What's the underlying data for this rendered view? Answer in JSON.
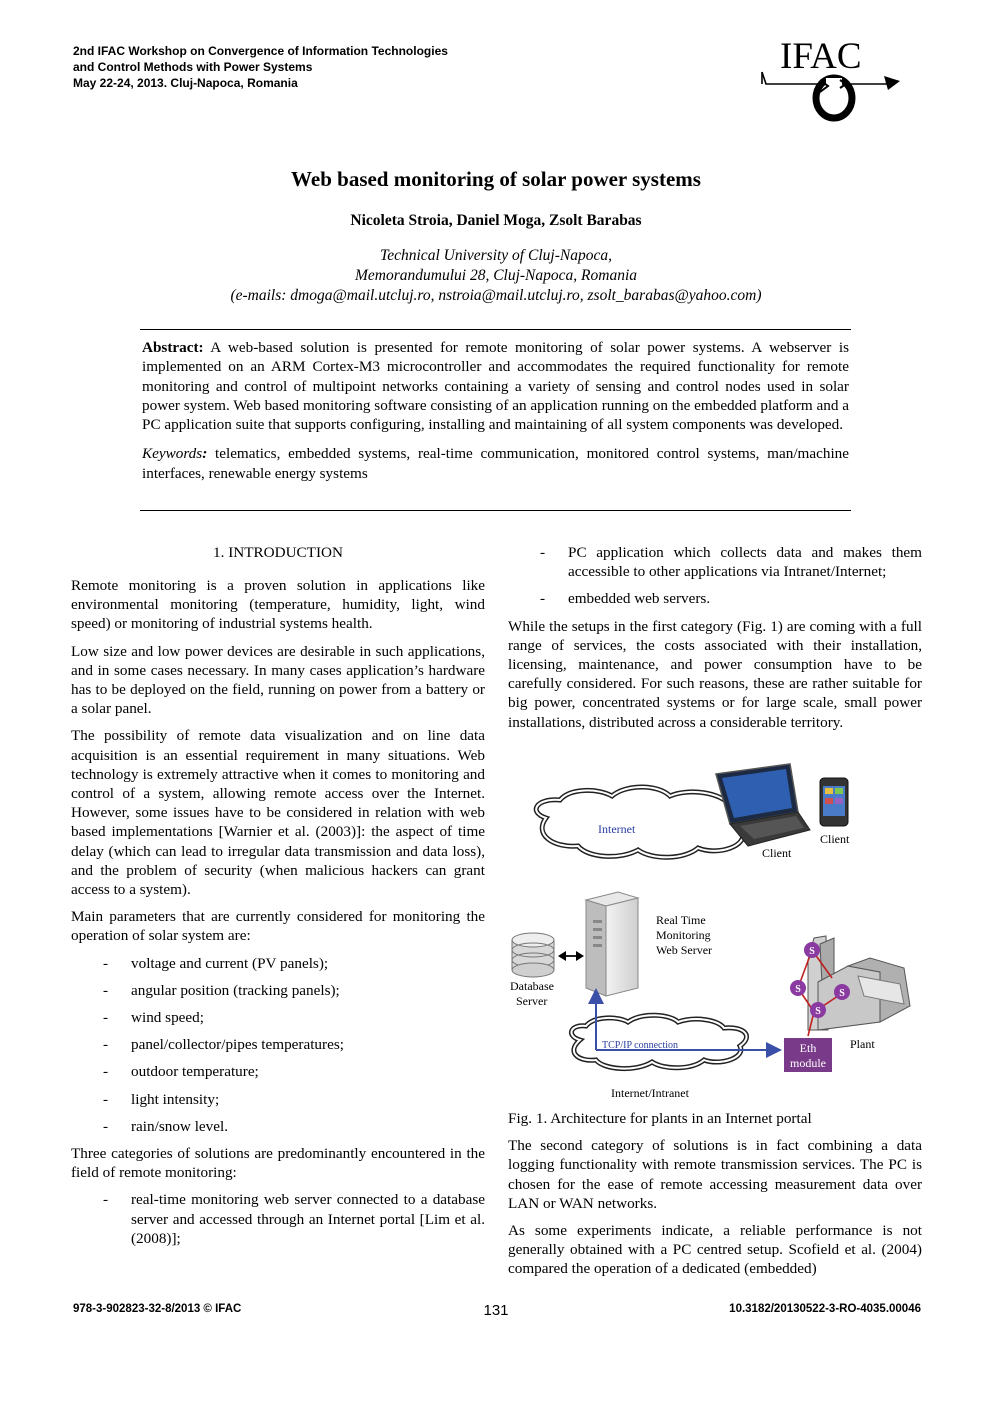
{
  "header": {
    "line1": "2nd IFAC Workshop on Convergence of Information Technologies",
    "line2": "and Control Methods with Power Systems",
    "line3": "May 22-24, 2013. Cluj-Napoca, Romania",
    "logo_text": "IFAC"
  },
  "paper": {
    "title": "Web based monitoring of solar power systems",
    "authors": "Nicoleta Stroia, Daniel Moga, Zsolt Barabas",
    "affiliation1": "Technical University of Cluj-Napoca,",
    "affiliation2": "Memorandumului 28, Cluj-Napoca, Romania",
    "emails": "(e-mails: dmoga@mail.utcluj.ro, nstroia@mail.utcluj.ro, zsolt_barabas@yahoo.com)"
  },
  "abstract": {
    "label": "Abstract:",
    "text": " A web-based solution is presented for remote monitoring of solar power systems. A webserver is implemented on an ARM Cortex-M3 microcontroller and accommodates the required functionality for remote monitoring and control of multipoint networks containing a variety of sensing and control nodes used in solar power system. Web based monitoring software consisting of an application running on the embedded platform and a PC application suite that supports configuring, installing and maintaining of all system components was developed.",
    "keywords_label": "Keywords",
    "keywords_colon": ":",
    "keywords": " telematics, embedded systems, real-time communication, monitored control systems, man/machine interfaces, renewable energy systems"
  },
  "left_column": {
    "section_title": "1. INTRODUCTION",
    "p1": "Remote monitoring is a proven solution in applications like environmental monitoring (temperature, humidity, light, wind speed) or monitoring of industrial systems health.",
    "p2": "Low size and low power devices are desirable in such applications, and in some cases necessary. In many cases application’s hardware has to be deployed on the field, running on power from a battery or a solar panel.",
    "p3": "The possibility of remote data visualization and on line data acquisition is an essential requirement in many situations. Web technology is extremely attractive when it comes to monitoring and control of a system, allowing remote access over the Internet. However, some issues have to be considered in relation with web based implementations [Warnier et al. (2003)]: the aspect of time delay (which can lead to irregular data transmission and data loss), and the problem of security (when malicious hackers can grant access to a system).",
    "p4": "Main parameters that are currently considered for monitoring the operation of solar system are:",
    "params": [
      "voltage and current (PV panels);",
      "angular position (tracking panels);",
      "wind speed;",
      "panel/collector/pipes temperatures;",
      "outdoor temperature;",
      "light intensity;",
      "rain/snow level."
    ],
    "p5": "Three categories of solutions are predominantly encountered in the field of remote monitoring:",
    "categories": [
      "real-time monitoring web server connected to a database server and accessed through an Internet portal [Lim et al.(2008)];"
    ],
    "dash": "-"
  },
  "right_column": {
    "categories_cont": [
      "PC application which collects data and makes them accessible to other applications via Intranet/Internet;",
      "embedded web servers."
    ],
    "p1": "While the setups in the first category (Fig. 1) are coming with a full range of services, the costs associated with their installation, licensing, maintenance, and power consumption have to be carefully considered. For such reasons, these are rather suitable for big power, concentrated systems or for large scale, small power installations, distributed across a considerable territory.",
    "figure": {
      "internet": "Internet",
      "client1": "Client",
      "client2": "Client",
      "server_l1": "Real Time",
      "server_l2": "Monitoring",
      "server_l3": "Web Server",
      "db_l1": "Database",
      "db_l2": "Server",
      "tcp": "TCP/IP connection",
      "eth_l1": "Eth",
      "eth_l2": "module",
      "plant": "Plant",
      "intranet": "Internet/Intranet",
      "s": "S"
    },
    "caption": "Fig. 1. Architecture for plants in an Internet portal",
    "p2": "The second category of solutions is in fact combining a data logging functionality with remote transmission services. The PC is chosen for the ease of remote accessing measurement data over LAN or WAN networks.",
    "p3": "As some experiments indicate, a reliable performance is not generally obtained with a PC centred setup. Scofield et al. (2004) compared the operation of a dedicated (embedded)"
  },
  "footer": {
    "isbn": "978-3-902823-32-8/2013 © IFAC",
    "page": "131",
    "doi": "10.3182/20130522-3-RO-4035.00046"
  }
}
